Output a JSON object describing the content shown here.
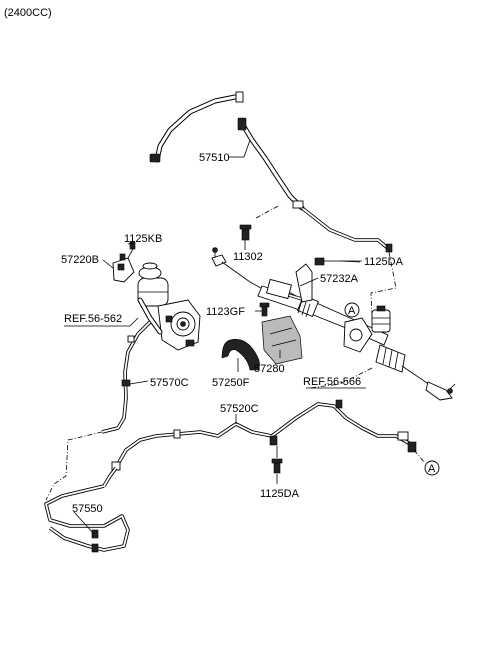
{
  "title": "(2400CC)",
  "labels": {
    "p57510": "57510",
    "p1125kb": "1125KB",
    "p57220b": "57220B",
    "p11302": "11302",
    "p1125da_top": "1125DA",
    "p57232a": "57232A",
    "p1123gf": "1123GF",
    "ref56562": "REF.56-562",
    "p57280": "57280",
    "p57250f": "57250F",
    "ref56566": "REF.56-566",
    "p57570c": "57570C",
    "p57520c": "57520C",
    "p1125da_bottom": "1125DA",
    "p57550": "57550",
    "markerA": "A"
  }
}
